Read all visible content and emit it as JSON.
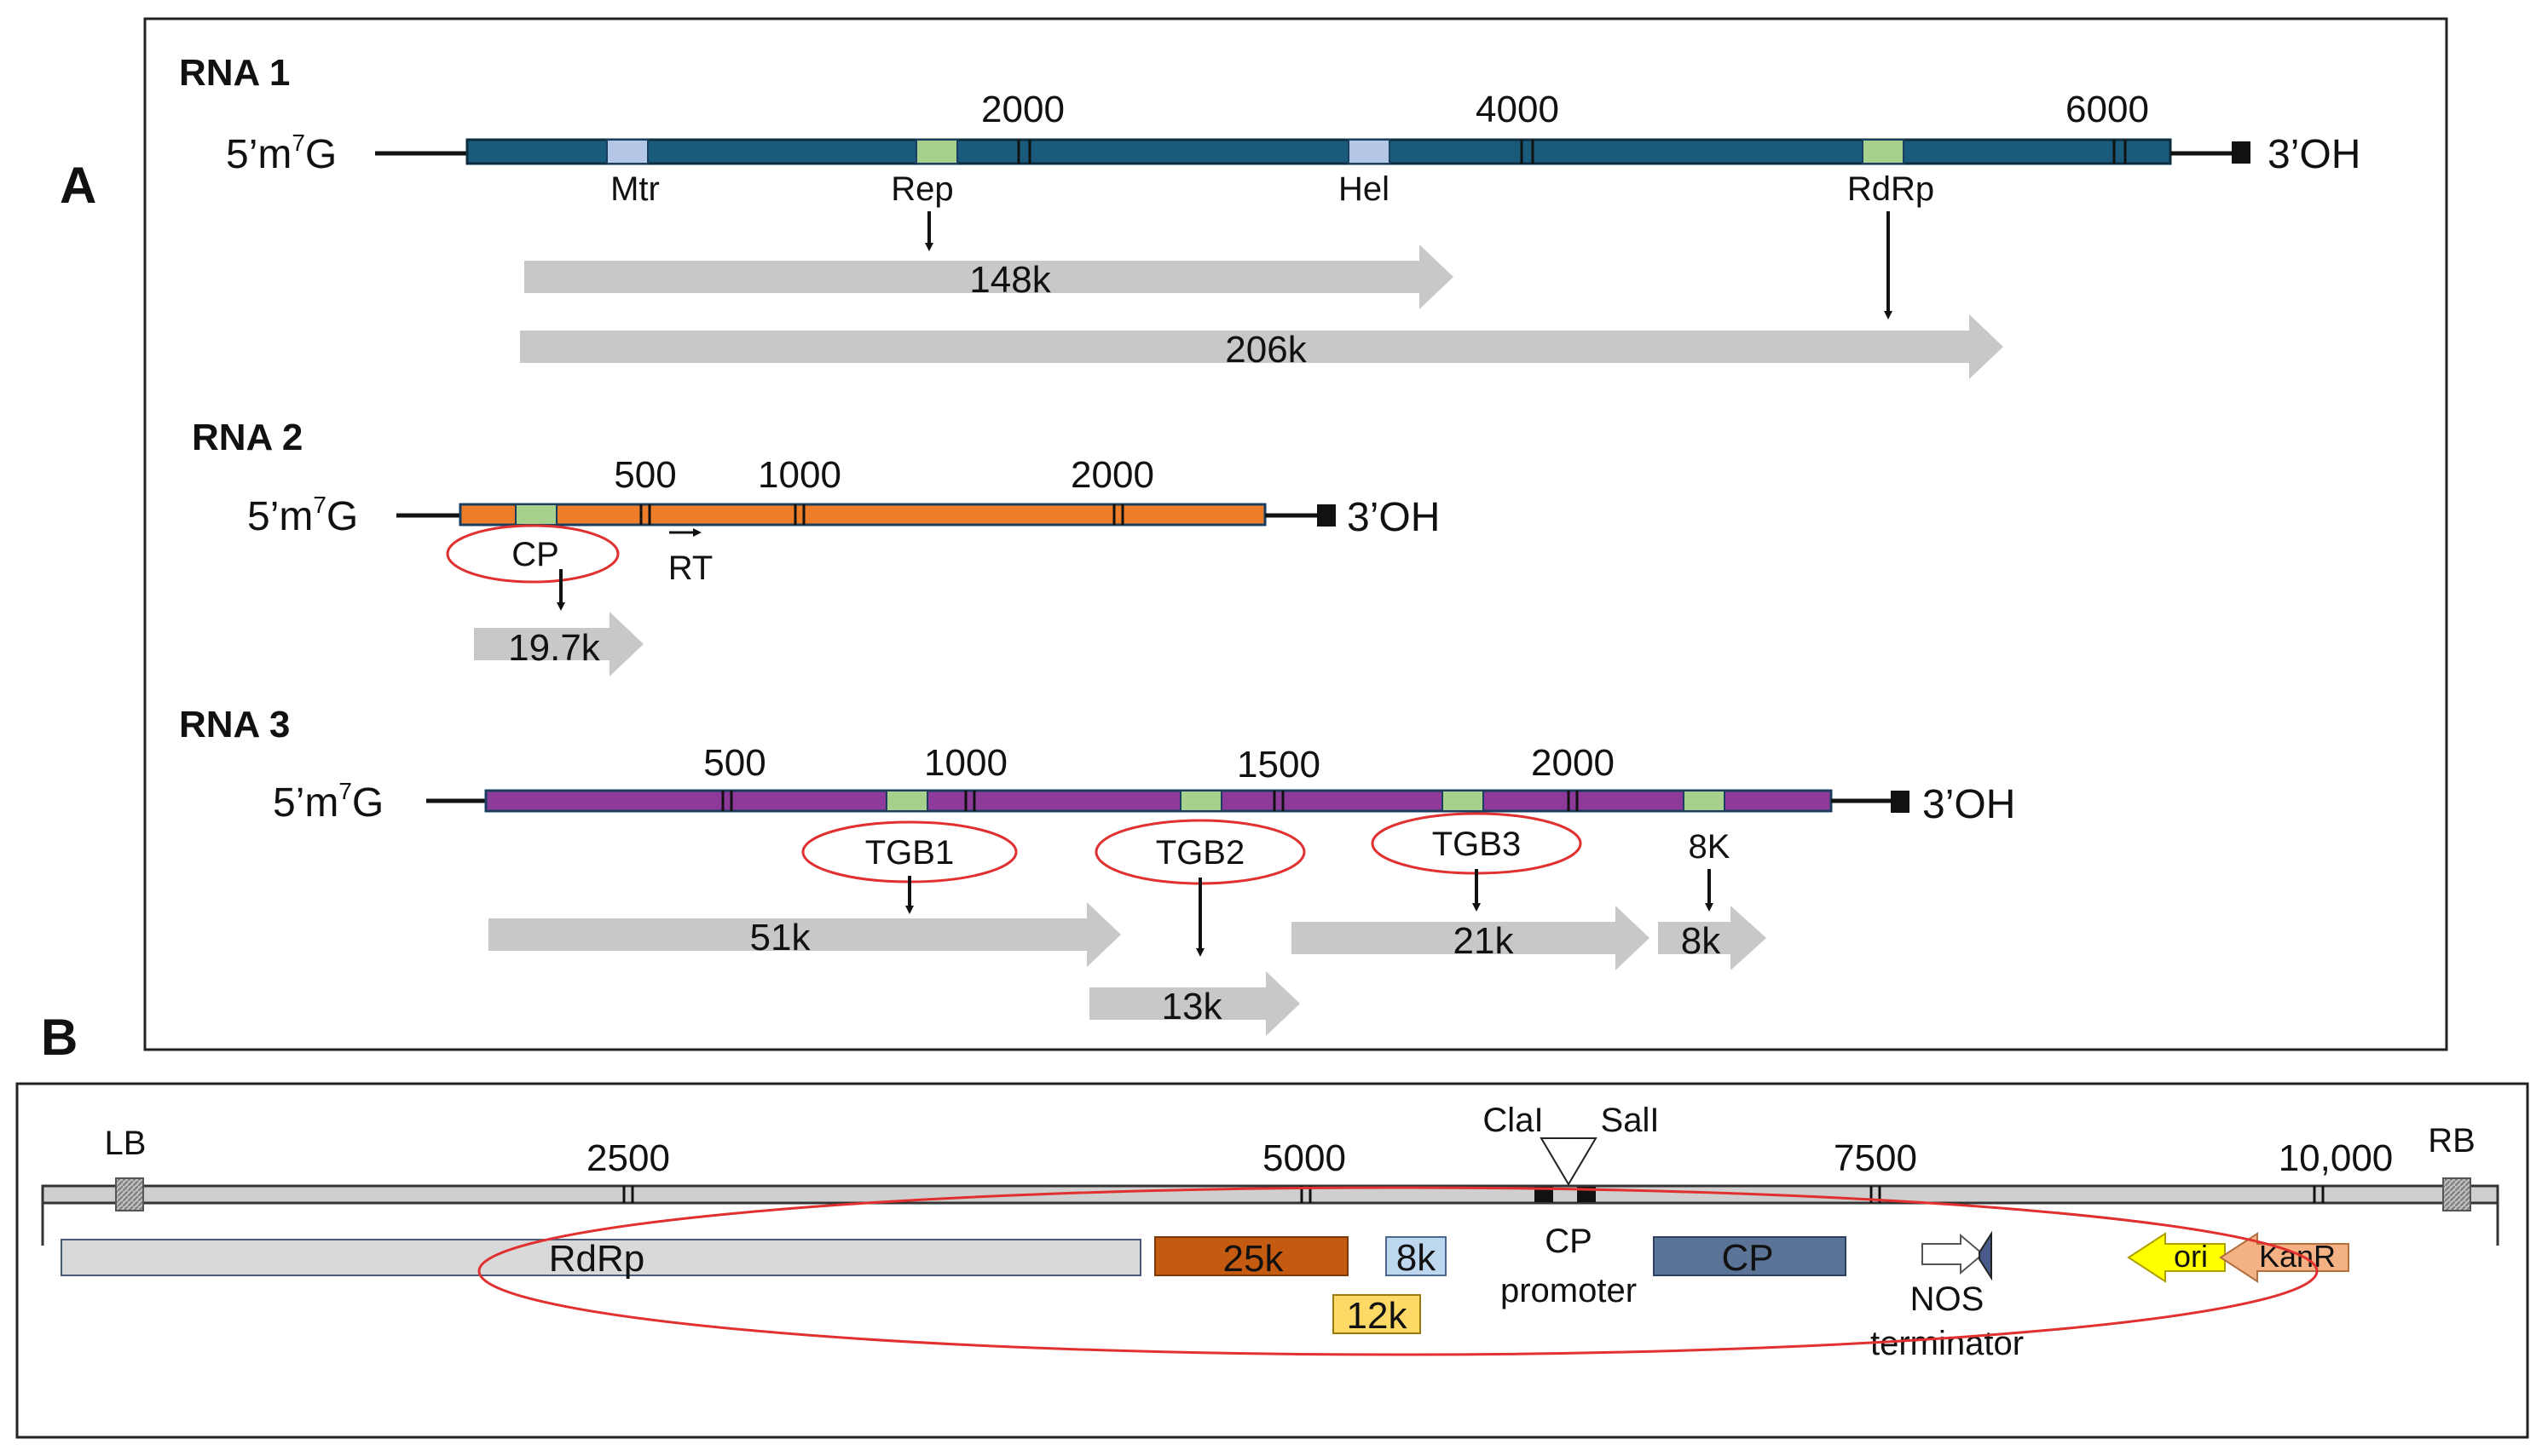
{
  "panel_a": {
    "label": "A",
    "rna1": {
      "title": "RNA 1",
      "five_prime": "5’m",
      "five_prime_sup": "7",
      "five_prime_g": "G",
      "three_prime": "3’OH",
      "ticks": [
        "2000",
        "4000",
        "6000"
      ],
      "domains": [
        "Mtr",
        "Rep",
        "Hel",
        "RdRp"
      ],
      "products": [
        "148k",
        "206k"
      ]
    },
    "rna2": {
      "title": "RNA 2",
      "five_prime": "5’m",
      "five_prime_sup": "7",
      "five_prime_g": "G",
      "three_prime": "3’OH",
      "ticks": [
        "500",
        "1000",
        "2000"
      ],
      "domains": [
        "CP"
      ],
      "rt_label": "RT",
      "products": [
        "19.7k"
      ]
    },
    "rna3": {
      "title": "RNA 3",
      "five_prime": "5’m",
      "five_prime_sup": "7",
      "five_prime_g": "G",
      "three_prime": "3’OH",
      "ticks": [
        "500",
        "1000",
        "1500",
        "2000"
      ],
      "domains": [
        "TGB1",
        "TGB2",
        "TGB3",
        "8K"
      ],
      "products": [
        "51k",
        "13k",
        "21k",
        "8k"
      ]
    }
  },
  "panel_b": {
    "label": "B",
    "ends": [
      "LB",
      "RB"
    ],
    "ticks": [
      "2500",
      "5000",
      "7500",
      "10,000"
    ],
    "sites": [
      "ClaI",
      "SalI"
    ],
    "features": {
      "rdrp": "RdRp",
      "k25": "25k",
      "k8": "8k",
      "k12": "12k",
      "cp_promoter_1": "CP",
      "cp_promoter_2": "promoter",
      "cp": "CP",
      "nos_1": "NOS",
      "nos_2": "terminator",
      "ori": "ori",
      "kanr": "KanR"
    }
  },
  "colors": {
    "rna1_bar": "#1a5a7a",
    "rna2_bar": "#ee7d2a",
    "rna3_bar": "#8d3a9a",
    "domain_green": "#a8d08d",
    "domain_blue": "#b4c7e7",
    "arrow_gray": "#c8c8c8",
    "ellipse_red": "#e03030",
    "rdrp_box": "#d9d9d9",
    "k25_box": "#c55a11",
    "k8_box": "#bdd7ee",
    "k12_box": "#ffd966",
    "cp_box": "#5a7396",
    "ori_arrow": "#ffff00",
    "kanr_arrow": "#f4b183"
  }
}
